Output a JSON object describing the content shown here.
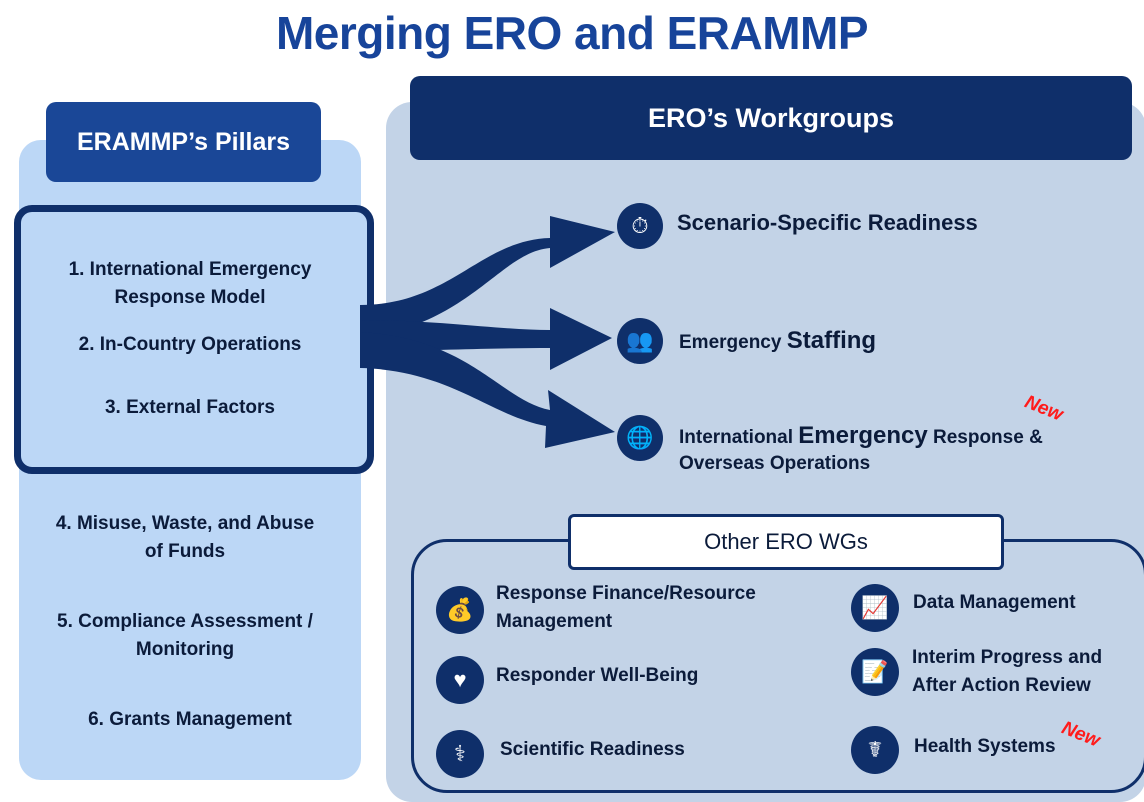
{
  "title": "Merging ERO and ERAMMP",
  "left": {
    "header": "ERAMMP’s Pillars",
    "pillars": [
      "1. International Emergency Response Model",
      "2. In-Country Operations",
      "3. External Factors",
      "4. Misuse, Waste, and Abuse of Funds",
      "5. Compliance Assessment / Monitoring",
      "6. Grants Management"
    ]
  },
  "right": {
    "header": "ERO’s Workgroups",
    "workgroups": [
      {
        "icon": "stopwatch-icon",
        "text": "Scenario-Specific Readiness"
      },
      {
        "icon": "people-group-icon",
        "text_a": "Emergency ",
        "text_b": "Staffing"
      },
      {
        "icon": "globe-icon",
        "text_a": "International ",
        "text_b": "Emergency",
        "text_c": " Response & Overseas Operations",
        "badge": "New"
      }
    ],
    "other": {
      "header": "Other ERO WGs",
      "items": [
        {
          "icon": "coins-icon",
          "label": "Response Finance/Resource Management"
        },
        {
          "icon": "heart-hands-icon",
          "label": "Responder Well-Being"
        },
        {
          "icon": "stethoscope-icon",
          "label": "Scientific Readiness"
        },
        {
          "icon": "line-chart-icon",
          "label": "Data Management"
        },
        {
          "icon": "document-pen-icon",
          "label": "Interim Progress and After Action Review"
        },
        {
          "icon": "caduceus-icon",
          "label": "Health Systems",
          "badge": "New"
        }
      ]
    }
  }
}
